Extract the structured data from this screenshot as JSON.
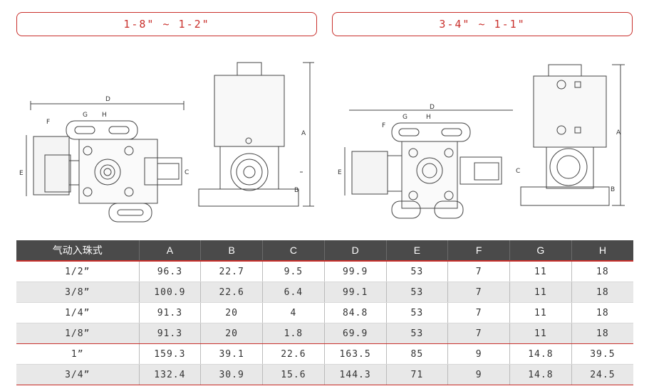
{
  "headers": {
    "left_range": "1-8\" ~ 1-2\"",
    "right_range": "3-4\" ~ 1-1\""
  },
  "drawing_labels": {
    "d": "D",
    "f": "F",
    "g": "G",
    "h": "H",
    "e": "E",
    "c": "C",
    "a": "A",
    "b": "B"
  },
  "table": {
    "columns": [
      "气动入珠式",
      "A",
      "B",
      "C",
      "D",
      "E",
      "F",
      "G",
      "H"
    ],
    "rows": [
      [
        "1/2”",
        "96.3",
        "22.7",
        "9.5",
        "99.9",
        "53",
        "7",
        "11",
        "18"
      ],
      [
        "3/8”",
        "100.9",
        "22.6",
        "6.4",
        "99.1",
        "53",
        "7",
        "11",
        "18"
      ],
      [
        "1/4”",
        "91.3",
        "20",
        "4",
        "84.8",
        "53",
        "7",
        "11",
        "18"
      ],
      [
        "1/8”",
        "91.3",
        "20",
        "1.8",
        "69.9",
        "53",
        "7",
        "11",
        "18"
      ],
      [
        "1”",
        "159.3",
        "39.1",
        "22.6",
        "163.5",
        "85",
        "9",
        "14.8",
        "39.5"
      ],
      [
        "3/4”",
        "132.4",
        "30.9",
        "15.6",
        "144.3",
        "71",
        "9",
        "14.8",
        "24.5"
      ]
    ]
  }
}
